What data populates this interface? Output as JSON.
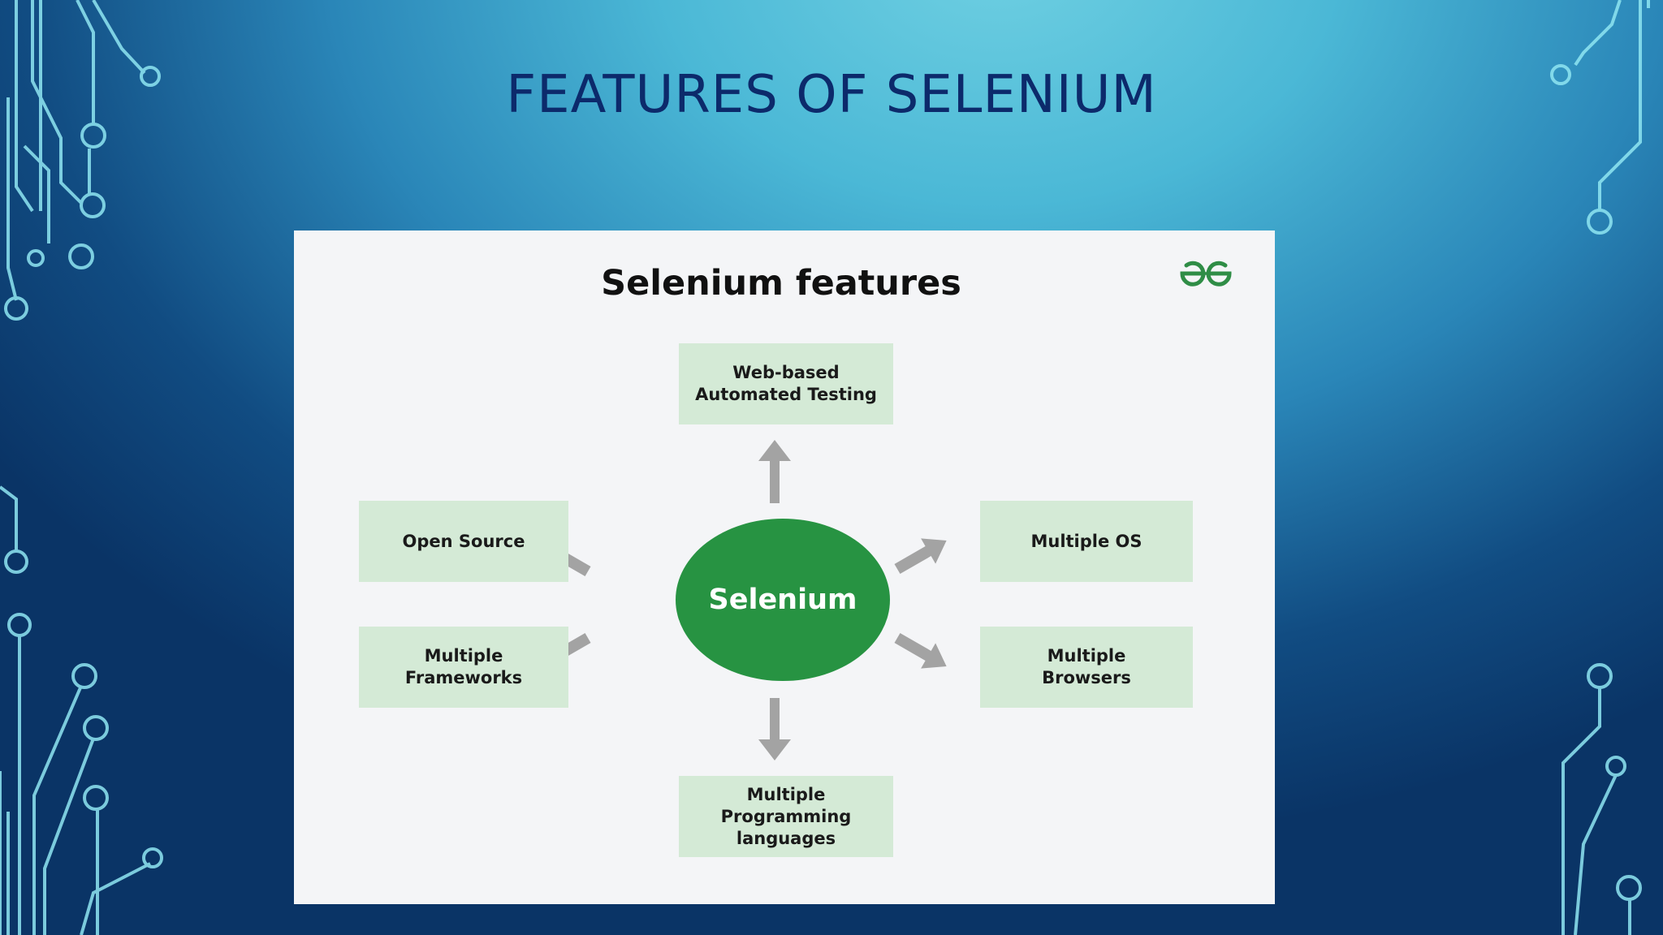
{
  "slide": {
    "title": "FEATURES OF SELENIUM"
  },
  "diagram": {
    "title": "Selenium features",
    "center": "Selenium",
    "features": {
      "top": "Web-based\nAutomated Testing",
      "left_upper": "Open Source",
      "left_lower": "Multiple\nFrameworks",
      "right_upper": "Multiple OS",
      "right_lower": "Multiple\nBrowsers",
      "bottom": "Multiple\nProgramming\nlanguages"
    }
  },
  "colors": {
    "background_light": "#6fd0e2",
    "background_dark": "#0a3466",
    "title_text": "#0c2a6b",
    "hub_green": "#279342",
    "box_green": "#d4ead6",
    "arrow_gray": "#a3a3a3",
    "logo_green": "#2f8d46"
  },
  "icons": {
    "logo": "geeksforgeeks-logo-icon",
    "arrows": "arrow-icon"
  }
}
